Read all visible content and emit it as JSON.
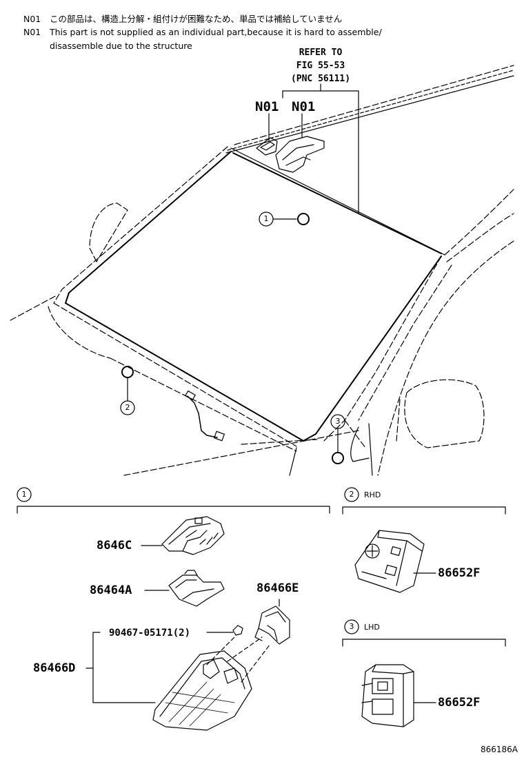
{
  "notes": [
    {
      "code": "N01",
      "text": "この部品は、構造上分解・組付けが困難なため、単品では補給していません"
    },
    {
      "code": "N01",
      "text": "This part is not supplied as an individual part,because it is hard to assemble/"
    },
    {
      "code": "",
      "text": "disassemble due to the structure"
    }
  ],
  "reference": {
    "line1": "REFER TO",
    "line2": "FIG 55-53",
    "line3": "(PNC 56111)"
  },
  "n01_labels": [
    "N01",
    "N01"
  ],
  "callouts": {
    "c1": "1",
    "c2": "2",
    "c3": "3"
  },
  "sections": {
    "s1": {
      "num": "1"
    },
    "s2": {
      "num": "2",
      "label": "RHD"
    },
    "s3": {
      "num": "3",
      "label": "LHD"
    }
  },
  "parts": {
    "p86646C": "8646C",
    "p86464A": "86464A",
    "p86466E": "86466E",
    "p90467": "90467-05171(2)",
    "p86466D": "86466D",
    "p86652F_rhd": "86652F",
    "p86652F_lhd": "86652F"
  },
  "figure_id": "866186A",
  "colors": {
    "line": "#000000",
    "background": "#ffffff"
  }
}
